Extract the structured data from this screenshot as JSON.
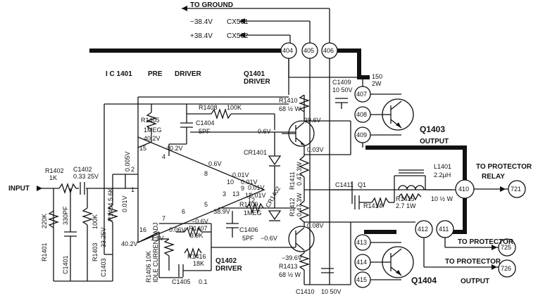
{
  "header": {
    "to_ground": "TO GROUND",
    "cx501_v": "−38.4V",
    "cx501": "CX501",
    "cx502_v": "+38.4V",
    "cx502": "CX502"
  },
  "ic": {
    "name": "I C 1401",
    "pre": "PRE",
    "driver": "DRIVER"
  },
  "q1401": {
    "name": "Q1401",
    "role": "DRIVER"
  },
  "q1402": {
    "name": "Q1402",
    "role": "DRIVER"
  },
  "q1403": {
    "name": "Q1403",
    "role": "OUTPUT"
  },
  "q1404": {
    "name": "Q1404",
    "role": "OUTPUT"
  },
  "nodes": [
    "404",
    "405",
    "406",
    "407",
    "408",
    "409",
    "410",
    "411",
    "412",
    "413",
    "414",
    "415",
    "721",
    "725",
    "726"
  ],
  "input": {
    "label": "INPUT"
  },
  "pins": [
    "15",
    "4",
    "2",
    "1",
    "16",
    "7",
    "6",
    "5",
    "8",
    "10",
    "9",
    "3",
    "13",
    "11",
    "12"
  ],
  "voltages": {
    "v_0005": "0.005V",
    "v_0_01": "0.01V",
    "v_40_2_top": "40.2V",
    "v_40_2_r": "40.2V",
    "v_40_2_bot": "40.2V",
    "v_0_6": "0.6V",
    "v_0_6_b": "0.6V",
    "v_0_01_a": "0.01V",
    "v_0_01_b": "0.01V",
    "v_0_01_c": "0.01V",
    "v_0_01_d": "0.01V",
    "v_neg38": "−38.9V",
    "v_neg06": "−0.6V",
    "v_39_6": "39.6V",
    "v_0_03": "0.03V",
    "v_0_06": "0.06V",
    "v_1_1": "1.1V",
    "v_neg06_b": "−0.6V",
    "v_0_08": "0.08V",
    "v_neg39_6": "−39.6V",
    "v_33_25": "33.25V"
  },
  "parts": {
    "r1402": "R1402",
    "r1402_v": "1K",
    "c1402": "C1402",
    "c1402_v": "0.33 25V",
    "r1404": "R1404 5.6K",
    "r1401": "R1401",
    "r1401_v": "220K",
    "c1401": "C1401",
    "c1401_v": "330PF",
    "r1403": "R1403",
    "r1403_v": "100K",
    "c1403": "C1403",
    "r1405": "R1405",
    "r1405_v": "1MEG",
    "c1404": "C1404",
    "c1404_v": "5PF",
    "r1408": "R1408",
    "r1408_v": "100K",
    "cr1401": "CR1401",
    "cr1402": "CR1402",
    "r1409": "R1409,",
    "r1409_v": "1MEG",
    "c1406": "C1406",
    "c1406_v": "5PF",
    "r1407": "R1407",
    "r1407_v": "3.9K",
    "r1416": "R1416",
    "r1416_v": "18K",
    "c1405": "C1405",
    "c1405_v": "0.1",
    "r1406": "R1406 10K",
    "idle": "IDLE CURRENT ADJ",
    "r1410": "R1410",
    "r1410_v": "68 ½ W",
    "c1409": "C1409",
    "c1409_v": "10 50V",
    "r1411": "R1411",
    "r1411_v": "0.47 3W",
    "r1412": "R1412",
    "r1412_v": "0.47 3W",
    "r1413": "R1413",
    "r1413_v": "68 ½ W",
    "c1410": "C1410",
    "c1410_v": "10 50V",
    "c1411": "C1411",
    "q1_label": "Q1",
    "r1414": "R1414",
    "r1415": "R1415",
    "r1415_v": "2.7 1W",
    "r1415_w": "10 ½ W",
    "l1401": "L1401",
    "l1401_v": "2.2µH",
    "cap150": "150",
    "cap150_w": "2W"
  },
  "labels": {
    "to_protector_relay_1": "TO PROTECTOR",
    "to_protector_relay_2": "RELAY",
    "to_protector_725": "TO PROTECTOR",
    "to_protector_726": "TO PROTECTOR",
    "output_bottom": "OUTPUT"
  }
}
